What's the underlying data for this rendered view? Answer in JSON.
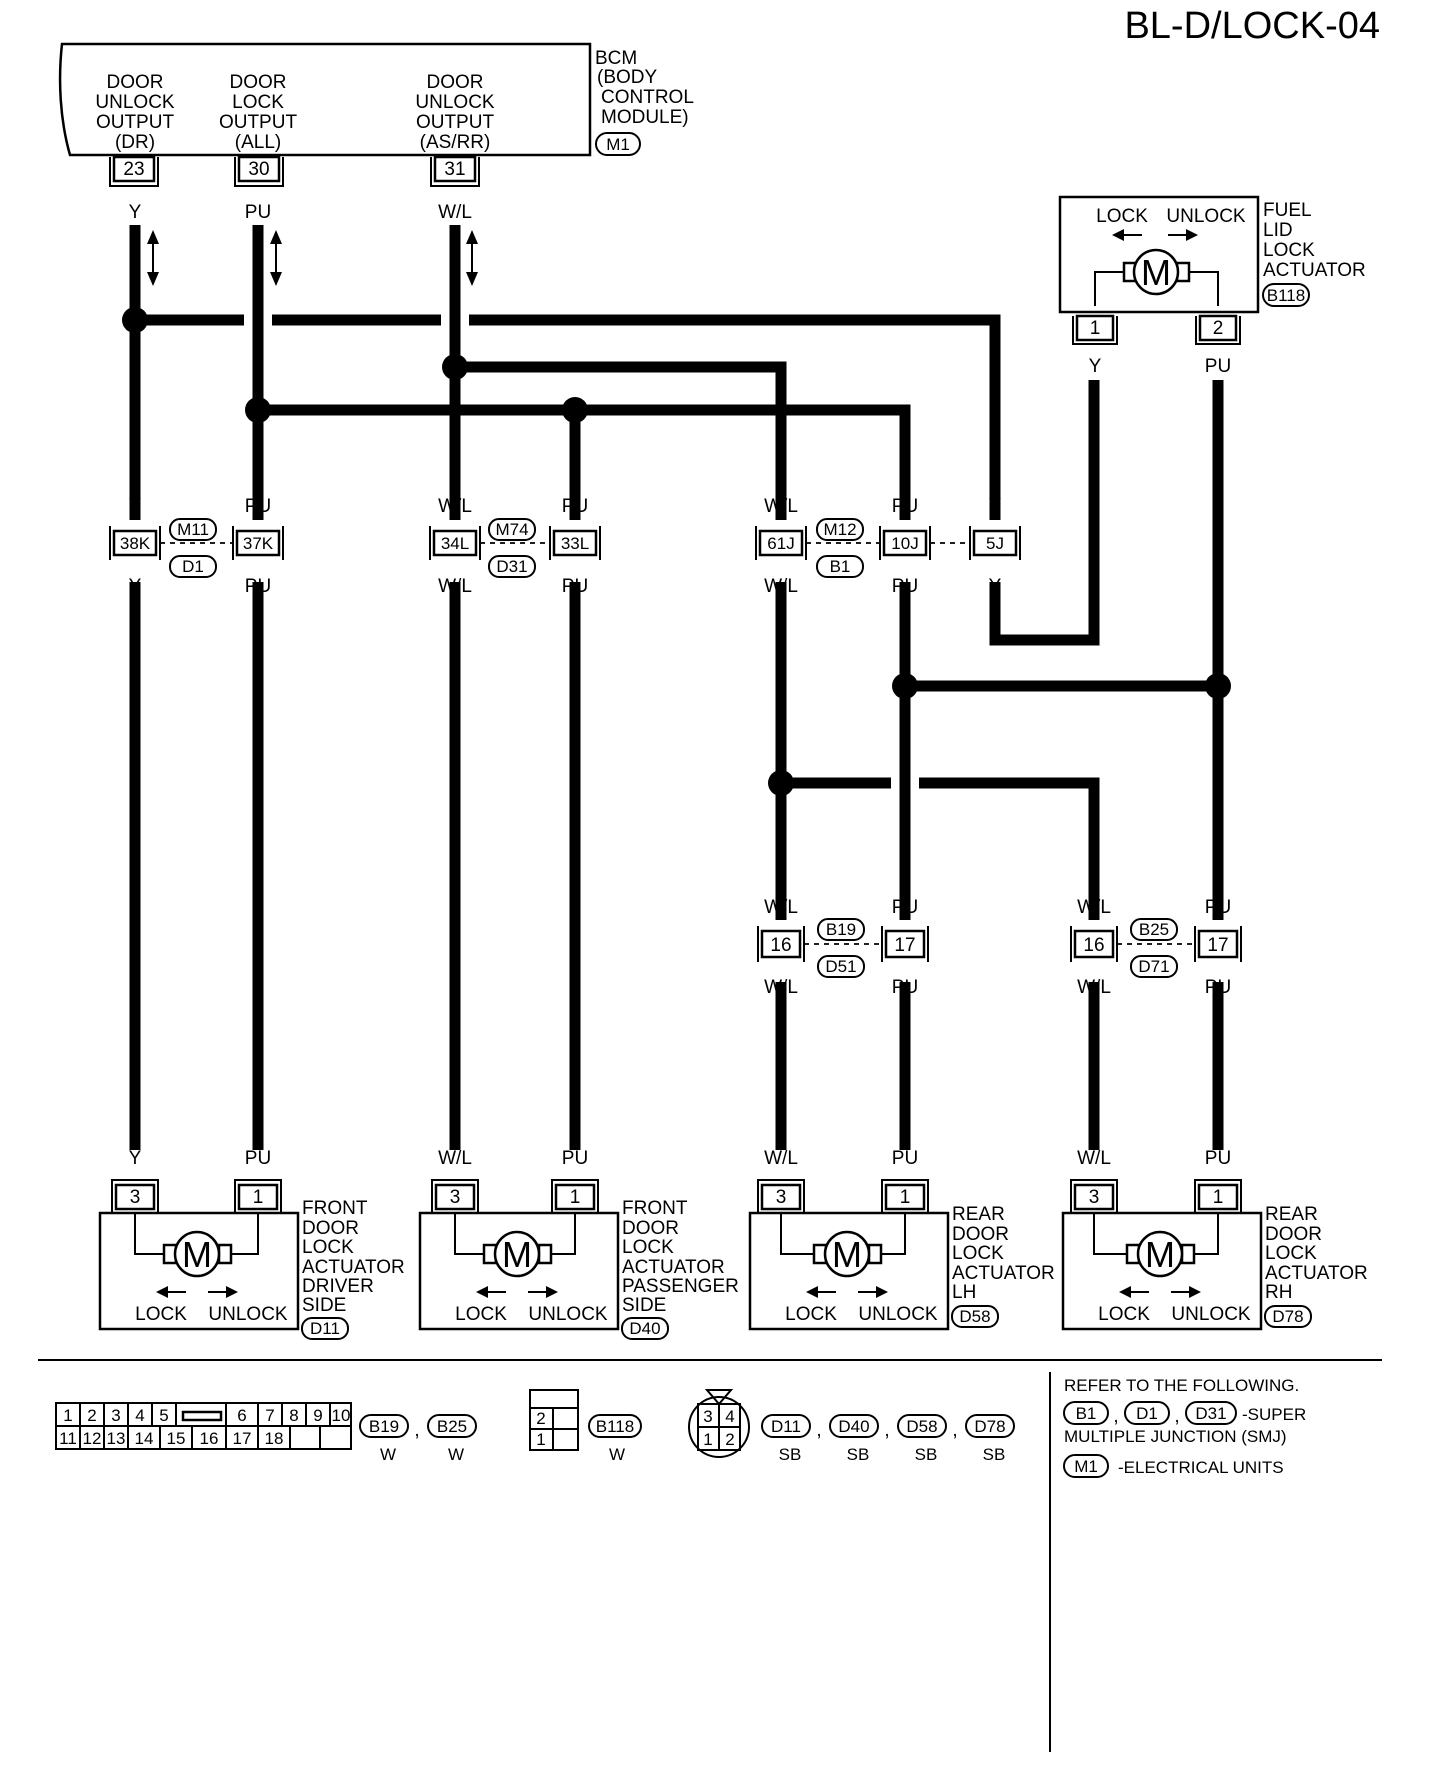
{
  "page_id": "BL-D/LOCK-04",
  "bcm": {
    "name_lines": [
      "BCM",
      "(BODY",
      "CONTROL",
      "MODULE)"
    ],
    "connector": "M1",
    "outputs": [
      {
        "lines": [
          "DOOR",
          "UNLOCK",
          "OUTPUT",
          "(DR)"
        ],
        "terminal": "23",
        "wire": "Y"
      },
      {
        "lines": [
          "DOOR",
          "LOCK",
          "OUTPUT",
          "(ALL)"
        ],
        "terminal": "30",
        "wire": "PU"
      },
      {
        "lines": [
          "DOOR",
          "UNLOCK",
          "OUTPUT",
          "(AS/RR)"
        ],
        "terminal": "31",
        "wire": "W/L"
      }
    ]
  },
  "fuel_lid": {
    "name_lines": [
      "FUEL",
      "LID",
      "LOCK",
      "ACTUATOR"
    ],
    "connector": "B118",
    "lock": "LOCK",
    "unlock": "UNLOCK",
    "motor": "M",
    "terminals": [
      {
        "num": "1",
        "wire": "Y"
      },
      {
        "num": "2",
        "wire": "PU"
      }
    ]
  },
  "junctions": [
    {
      "top": "M11",
      "bottom": "D1",
      "pins": [
        {
          "id": "38K",
          "wire_top": "Y",
          "wire_bottom": "Y"
        },
        {
          "id": "37K",
          "wire_top": "PU",
          "wire_bottom": "PU"
        }
      ]
    },
    {
      "top": "M74",
      "bottom": "D31",
      "pins": [
        {
          "id": "34L",
          "wire_top": "W/L",
          "wire_bottom": "W/L"
        },
        {
          "id": "33L",
          "wire_top": "PU",
          "wire_bottom": "PU"
        }
      ]
    },
    {
      "top": "M12",
      "bottom": "B1",
      "pins": [
        {
          "id": "61J",
          "wire_top": "W/L",
          "wire_bottom": "W/L"
        },
        {
          "id": "10J",
          "wire_top": "PU",
          "wire_bottom": "PU"
        },
        {
          "id": "5J",
          "wire_top": "Y",
          "wire_bottom": "Y"
        }
      ]
    }
  ],
  "rear_connectors": [
    {
      "top": "B19",
      "bottom": "D51",
      "pins": [
        {
          "id": "16",
          "wire_top": "W/L",
          "wire_bottom": "W/L"
        },
        {
          "id": "17",
          "wire_top": "PU",
          "wire_bottom": "PU"
        }
      ]
    },
    {
      "top": "B25",
      "bottom": "D71",
      "pins": [
        {
          "id": "16",
          "wire_top": "W/L",
          "wire_bottom": "W/L"
        },
        {
          "id": "17",
          "wire_top": "PU",
          "wire_bottom": "PU"
        }
      ]
    }
  ],
  "actuators": [
    {
      "name_lines": [
        "FRONT",
        "DOOR",
        "LOCK",
        "ACTUATOR",
        "DRIVER",
        "SIDE"
      ],
      "connector": "D11",
      "terminals": [
        {
          "num": "3",
          "wire": "Y"
        },
        {
          "num": "1",
          "wire": "PU"
        }
      ],
      "lock": "LOCK",
      "unlock": "UNLOCK",
      "motor": "M"
    },
    {
      "name_lines": [
        "FRONT",
        "DOOR",
        "LOCK",
        "ACTUATOR",
        "PASSENGER",
        "SIDE"
      ],
      "connector": "D40",
      "terminals": [
        {
          "num": "3",
          "wire": "W/L"
        },
        {
          "num": "1",
          "wire": "PU"
        }
      ],
      "lock": "LOCK",
      "unlock": "UNLOCK",
      "motor": "M"
    },
    {
      "name_lines": [
        "REAR",
        "DOOR",
        "LOCK",
        "ACTUATOR",
        "LH"
      ],
      "connector": "D58",
      "terminals": [
        {
          "num": "3",
          "wire": "W/L"
        },
        {
          "num": "1",
          "wire": "PU"
        }
      ],
      "lock": "LOCK",
      "unlock": "UNLOCK",
      "motor": "M"
    },
    {
      "name_lines": [
        "REAR",
        "DOOR",
        "LOCK",
        "ACTUATOR",
        "RH"
      ],
      "connector": "D78",
      "terminals": [
        {
          "num": "3",
          "wire": "W/L"
        },
        {
          "num": "1",
          "wire": "PU"
        }
      ],
      "lock": "LOCK",
      "unlock": "UNLOCK",
      "motor": "M"
    }
  ],
  "legend": {
    "conn18": {
      "top_row": [
        "1",
        "2",
        "3",
        "4",
        "5",
        "6",
        "7",
        "8",
        "9",
        "10"
      ],
      "bottom_row": [
        "11",
        "12",
        "13",
        "14",
        "15",
        "16",
        "17",
        "18"
      ],
      "ids": [
        {
          "id": "B19",
          "color": "W"
        },
        {
          "id": "B25",
          "color": "W"
        }
      ]
    },
    "conn2": {
      "cells": [
        "2",
        "1"
      ],
      "id": "B118",
      "color": "W"
    },
    "conn4": {
      "cells": [
        "3",
        "4",
        "1",
        "2"
      ],
      "ids": [
        {
          "id": "D11",
          "color": "SB"
        },
        {
          "id": "D40",
          "color": "SB"
        },
        {
          "id": "D58",
          "color": "SB"
        },
        {
          "id": "D78",
          "color": "SB"
        }
      ]
    },
    "separator": ",",
    "refer_heading": "REFER TO THE FOLLOWING.",
    "smj_ids": [
      "B1",
      "D1",
      "D31"
    ],
    "smj_text_1": "-SUPER",
    "smj_text_2": "MULTIPLE JUNCTION (SMJ)",
    "eu_id": "M1",
    "eu_text": "-ELECTRICAL UNITS"
  }
}
